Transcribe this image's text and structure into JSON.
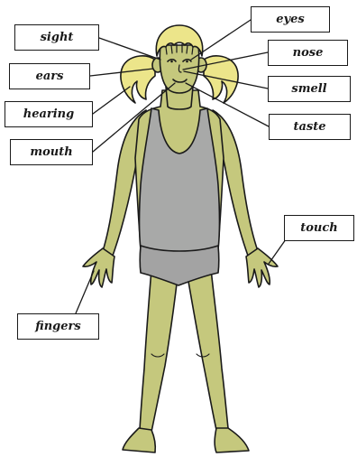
{
  "labels": {
    "sight": "sight",
    "ears": "ears",
    "hearing": "hearing",
    "mouth": "mouth",
    "fingers": "fingers",
    "eyes": "eyes",
    "nose": "nose",
    "smell": "smell",
    "taste": "taste",
    "touch": "touch"
  },
  "colors": {
    "skin": "#c5c87d",
    "hair": "#ece58a",
    "vest": "#a8a9a8",
    "pants": "#a3a3a3",
    "outline": "#1a1a1a"
  }
}
